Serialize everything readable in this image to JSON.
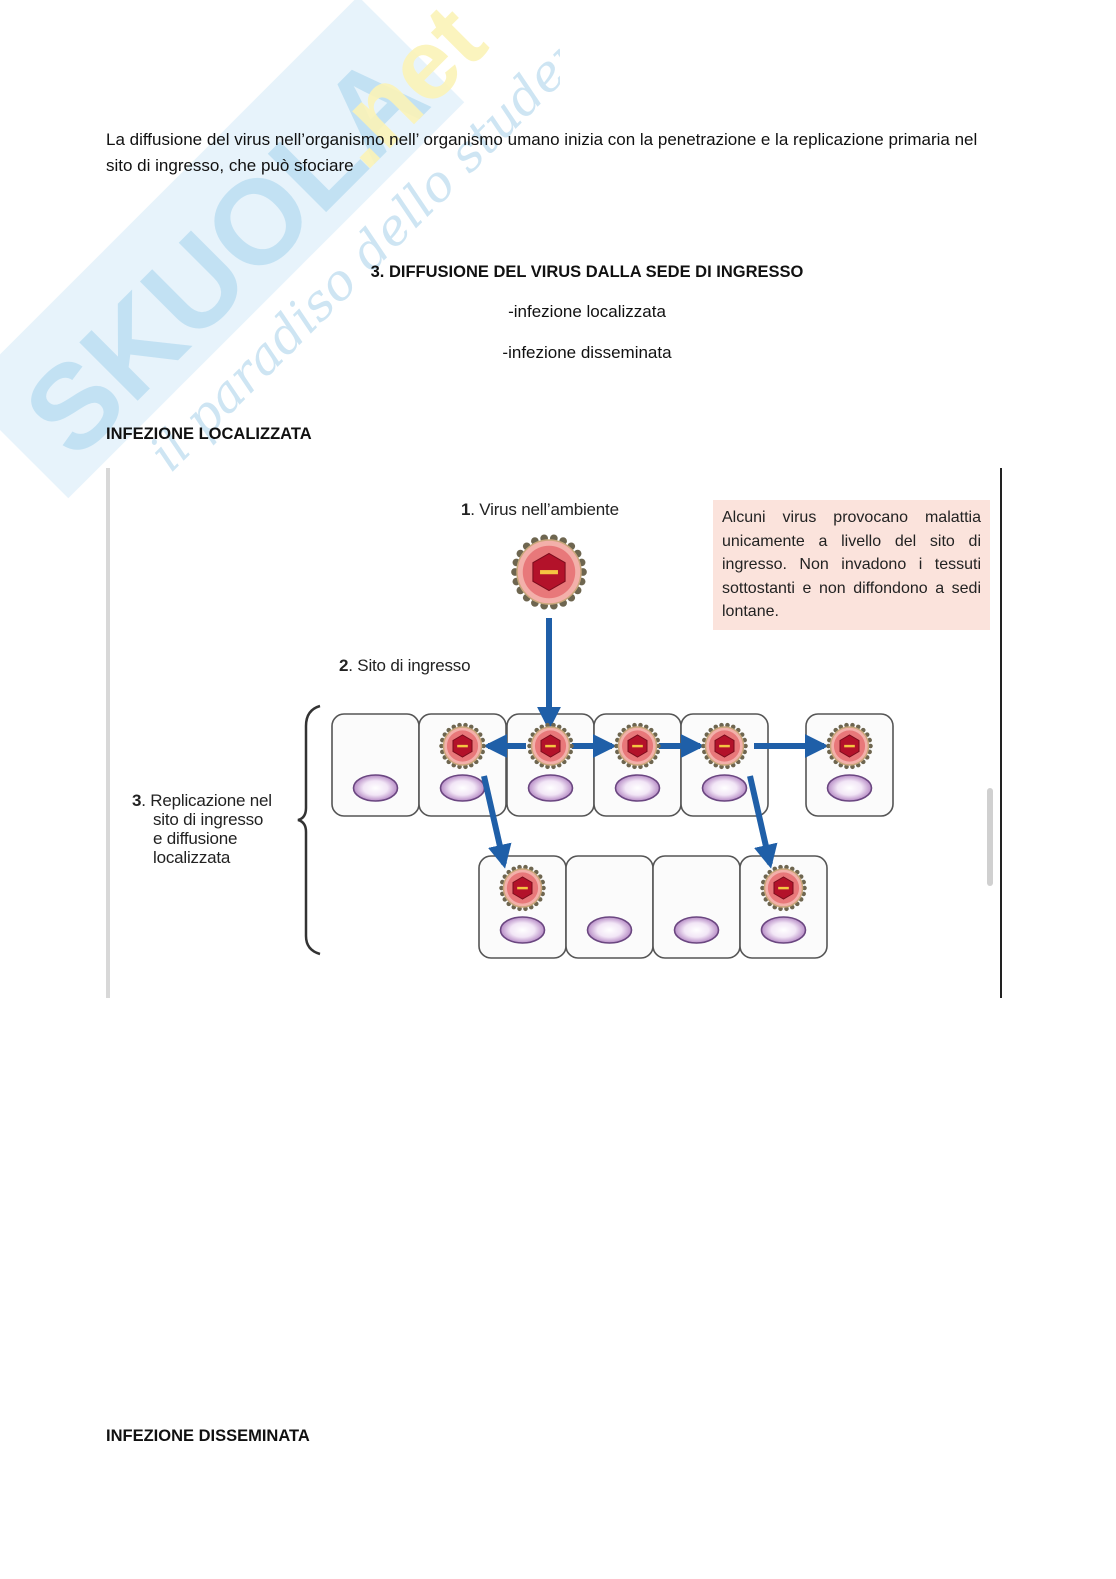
{
  "watermark": {
    "brand": "SKUOLA",
    "domain": ".net",
    "tagline": "il paradiso dello studente",
    "colors": {
      "brand": "#bfe0f3",
      "domain": "#fbf3b8",
      "tagline": "#c9e3f2"
    }
  },
  "intro": {
    "text": "La diffusione del virus nell’organismo  nell’ organismo umano inizia con la penetrazione e la replicazione primaria nel sito di ingresso, che può sfociare"
  },
  "section": {
    "heading": "3. DIFFUSIONE DEL VIRUS DALLA SEDE DI INGRESSO",
    "items": [
      "-infezione localizzata",
      "-infezione disseminata"
    ]
  },
  "subsections": {
    "localized": "INFEZIONE LOCALIZZATA",
    "disseminated": "INFEZIONE DISSEMINATA"
  },
  "figure": {
    "step1": {
      "num": "1",
      "text": ". Virus nell’ambiente"
    },
    "step2": {
      "num": "2",
      "text": ". Sito di ingresso"
    },
    "step3": {
      "num": "3",
      "lines": [
        ". Replicazione nel",
        "sito di ingresso",
        "e diffusione",
        "localizzata"
      ]
    },
    "note": "Alcuni virus provocano malattia unicamente a livello del sito di ingresso. Non invadono i tessuti sottostanti e non diffondono a sedi lontane.",
    "colors": {
      "arrow": "#1f5fa8",
      "note_bg": "#fbe3dc",
      "virus_ring": "#e8787a",
      "virus_core": "#b3122a",
      "nucleus": "#b78cc6",
      "cell_border": "#555555"
    },
    "top_row_cells": [
      {
        "infected": false
      },
      {
        "infected": true
      },
      {
        "infected": true
      },
      {
        "infected": true
      },
      {
        "infected": true
      },
      {
        "infected": true
      }
    ],
    "bottom_row_cells": [
      {
        "infected": true
      },
      {
        "infected": false
      },
      {
        "infected": false
      },
      {
        "infected": true
      }
    ]
  }
}
